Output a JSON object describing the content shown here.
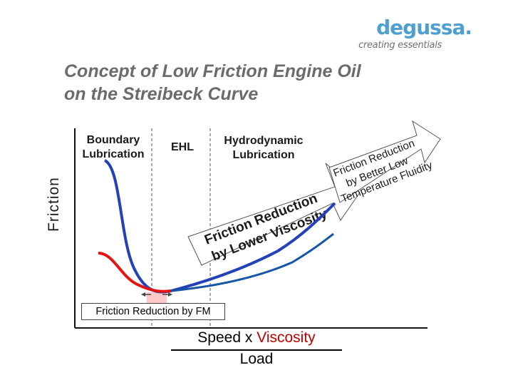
{
  "logo": {
    "name": "degussa.",
    "tagline": "creating essentials"
  },
  "title": {
    "line1": "Concept of Low Friction Engine Oil",
    "line2": "on the Streibeck Curve"
  },
  "axis": {
    "ylabel": "Friction",
    "xlabel_numerator_plain": "Speed x ",
    "xlabel_numerator_accent": "Viscosity",
    "xlabel_denominator": "Load"
  },
  "regions": {
    "boundary": {
      "line1": "Boundary",
      "line2": "Lubrication"
    },
    "ehl": "EHL",
    "hydrodynamic": {
      "line1": "Hydrodynamic",
      "line2": "Lubrication"
    }
  },
  "arrows": {
    "viscosity": {
      "line1": "Friction Reduction",
      "line2": "by Lower Viscosity"
    },
    "temperature": {
      "line1": "Friction Reduction",
      "line2": "by Better Low",
      "line3": "Temperature Fluidity"
    }
  },
  "fm_label": "Friction Reduction by FM",
  "colors": {
    "curve_standard": "#2342b8",
    "curve_fm": "#e21414",
    "curve_low_viscosity": "#1656a8",
    "arrow_fill": "#ffffff",
    "fm_bar": "#ffc9c9",
    "title": "#6b6b6b",
    "logo": "#4f9fd0",
    "accent": "#c00000"
  }
}
